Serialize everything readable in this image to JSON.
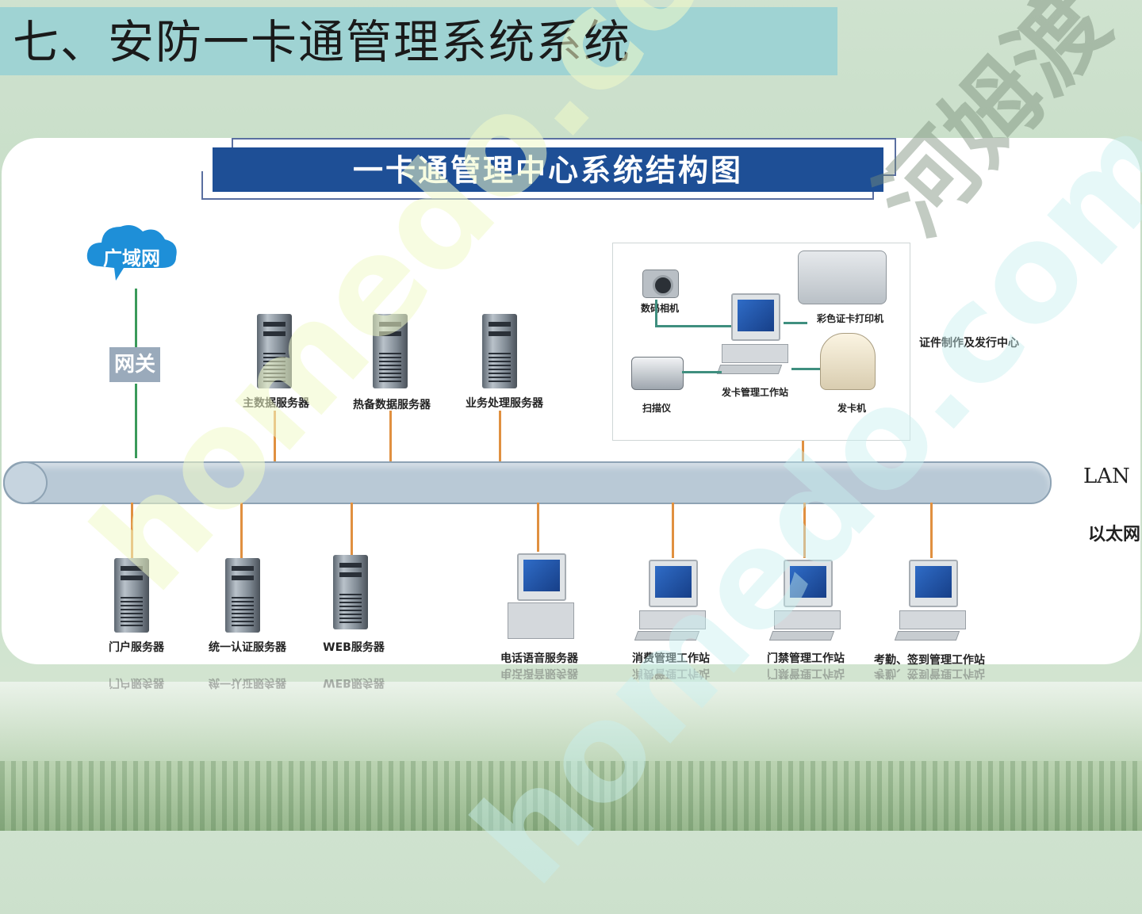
{
  "slide_title": "七、安防一卡通管理系统系统",
  "diagram_title": "一卡通管理中心系统结构图",
  "watermark": [
    "homedo.com",
    "homedo.com",
    "河姆渡"
  ],
  "wan": {
    "label": "广域网"
  },
  "gateway": {
    "label": "网关"
  },
  "network": {
    "lan_label": "LAN",
    "ethernet_label": "以太网"
  },
  "top_servers": [
    {
      "label": "主数据服务器"
    },
    {
      "label": "热备数据服务器"
    },
    {
      "label": "业务处理服务器"
    }
  ],
  "issue_center": {
    "label": "证件制作及发行中心",
    "devices": {
      "camera": "数码相机",
      "printer": "彩色证卡打印机",
      "workstation": "发卡管理工作站",
      "scanner": "扫描仪",
      "card_issuer": "发卡机"
    }
  },
  "bottom_nodes": [
    {
      "label": "门户服务器"
    },
    {
      "label": "统一认证服务器"
    },
    {
      "label": "WEB服务器"
    },
    {
      "label": "电话语音服务器"
    },
    {
      "label": "消费管理工作站"
    },
    {
      "label": "门禁管理工作站"
    },
    {
      "label": "考勤、签到管理工作站"
    }
  ],
  "colors": {
    "title_bar": "#9fd3d3",
    "diagram_title_bg": "#1e4f96",
    "lan_pipe": "#b9c9d6",
    "wan_cloud": "#1e8fd8",
    "link_green": "#3a9a5a",
    "link_orange": "#e09040"
  }
}
